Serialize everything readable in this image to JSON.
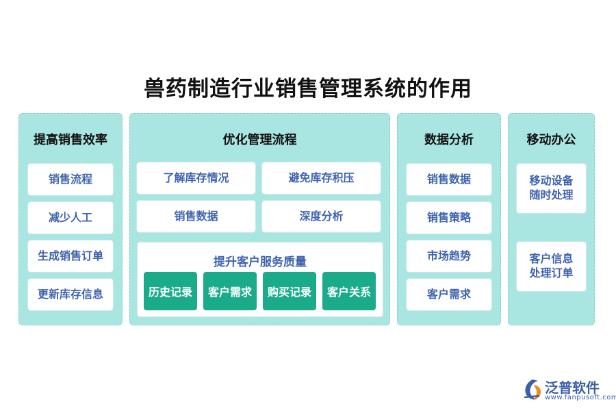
{
  "title": "兽药制造行业销售管理系统的作用",
  "columns": {
    "efficiency": {
      "title": "提高销售效率",
      "items": [
        "销售流程",
        "减少人工",
        "生成销售订单",
        "更新库存信息"
      ]
    },
    "process": {
      "title": "优化管理流程",
      "items": [
        "了解库存情况",
        "避免库存积压",
        "销售数据",
        "深度分析"
      ],
      "service": {
        "title": "提升客户服务质量",
        "items": [
          "历史记录",
          "客户需求",
          "购买记录",
          "客户关系"
        ]
      }
    },
    "analysis": {
      "title": "数据分析",
      "items": [
        "销售数据",
        "销售策略",
        "市场趋势",
        "客户需求"
      ]
    },
    "mobile": {
      "title": "移动办公",
      "items": [
        "移动设备随时处理",
        "客户信息处理订单"
      ]
    }
  },
  "brand": {
    "name": "泛普软件",
    "url": "www.fanpusoft.com",
    "icon": "fanpu-logo-icon",
    "color": "#3a5fa8"
  },
  "colors": {
    "panel": "#a9e6e2",
    "item_text": "#3f63b0",
    "chip": "#1aab8b"
  }
}
